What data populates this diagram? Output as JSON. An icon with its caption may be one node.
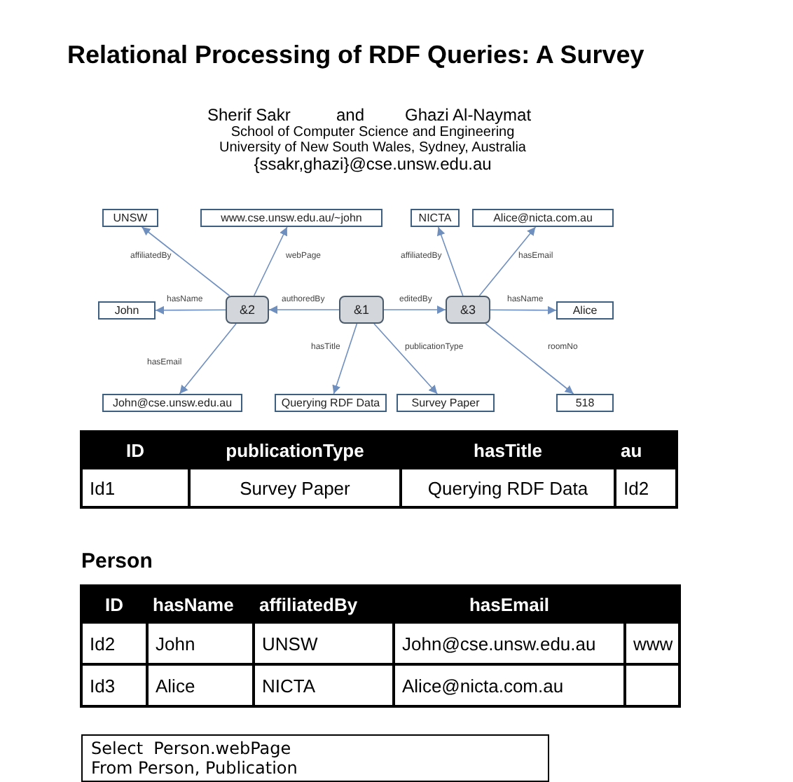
{
  "diagram": {
    "title": "Relational Processing of RDF Queries: A Survey",
    "nodes": [
      {
        "text": [
          "UNSW"
        ]
      },
      {
        "text": [
          "www.cse.unsw.edu.au/~john"
        ]
      },
      {
        "text": [
          "NICTA"
        ]
      },
      {
        "text": [
          "Alice@nicta.com.au"
        ]
      },
      {
        "text": [
          "John"
        ]
      },
      {
        "text": [
          "&2"
        ]
      },
      {
        "text": [
          "&1"
        ]
      },
      {
        "text": [
          "&3"
        ]
      },
      {
        "text": [
          "Alice"
        ]
      },
      {
        "text": [
          "John@cse.unsw.edu.au"
        ]
      },
      {
        "text": [
          "Querying RDF Data"
        ]
      },
      {
        "text": [
          "Survey Paper"
        ]
      },
      {
        "text": [
          "518"
        ]
      },
      {
        "text": [
          "Select  Person.webPage",
          "From Person, Publication"
        ]
      }
    ],
    "edges": [
      {
        "from": 5,
        "to": 0,
        "arrow": "to",
        "label": "affiliatedBy"
      },
      {
        "from": 5,
        "to": 1,
        "arrow": "to",
        "label": "webPage"
      },
      {
        "from": 5,
        "to": 4,
        "arrow": "to",
        "label": "hasName"
      },
      {
        "from": 6,
        "to": 5,
        "arrow": "to",
        "label": "authoredBy"
      },
      {
        "from": 5,
        "to": 9,
        "arrow": "to",
        "label": "hasEmail"
      },
      {
        "from": 6,
        "to": 7,
        "arrow": "to",
        "label": "editedBy"
      },
      {
        "from": 6,
        "to": 10,
        "arrow": "to",
        "label": "hasTitle"
      },
      {
        "from": 6,
        "to": 11,
        "arrow": "to",
        "label": "publicationType"
      },
      {
        "from": 7,
        "to": 2,
        "arrow": "to",
        "label": "affiliatedBy"
      },
      {
        "from": 7,
        "to": 3,
        "arrow": "to",
        "label": "hasEmail"
      },
      {
        "from": 7,
        "to": 8,
        "arrow": "to",
        "label": "hasName"
      },
      {
        "from": 7,
        "to": 12,
        "arrow": "to",
        "label": "roomNo"
      }
    ],
    "labels": [
      "Sherif Sakr",
      "and",
      "Ghazi Al-Naymat",
      "School of Computer Science and Engineering",
      "University of New South Wales, Sydney, Australia",
      "{ssakr,ghazi}@cse.unsw.edu.au",
      "ID",
      "publicationType",
      "hasTitle",
      "au",
      "Id1",
      "Survey Paper",
      "Querying RDF Data",
      "Id2",
      "Person",
      "ID",
      "hasName",
      "affiliatedBy",
      "hasEmail",
      "Id2",
      "John",
      "UNSW",
      "John@cse.unsw.edu.au",
      "www",
      "Id3",
      "Alice",
      "NICTA",
      "Alice@nicta.com.au"
    ]
  }
}
